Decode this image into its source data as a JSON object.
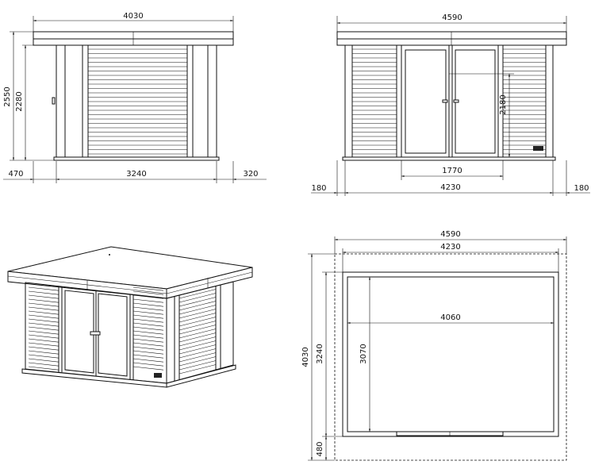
{
  "drawings": {
    "side_view": {
      "overall_width": "4030",
      "overall_height": "2550",
      "wall_height": "2280",
      "overhang_left": "470",
      "wall_width": "3240",
      "overhang_right": "320"
    },
    "front_view": {
      "overall_width": "4590",
      "door_height": "2180",
      "door_width": "1770",
      "overhang_left": "180",
      "wall_width": "4230",
      "overhang_right": "180"
    },
    "plan_view": {
      "roof_width": "4590",
      "wall_width": "4230",
      "interior_width": "4060",
      "roof_depth": "4030",
      "wall_depth": "3240",
      "interior_depth": "3070",
      "front_overhang": "480"
    }
  },
  "colors": {
    "line": "#111111",
    "background": "#ffffff"
  }
}
